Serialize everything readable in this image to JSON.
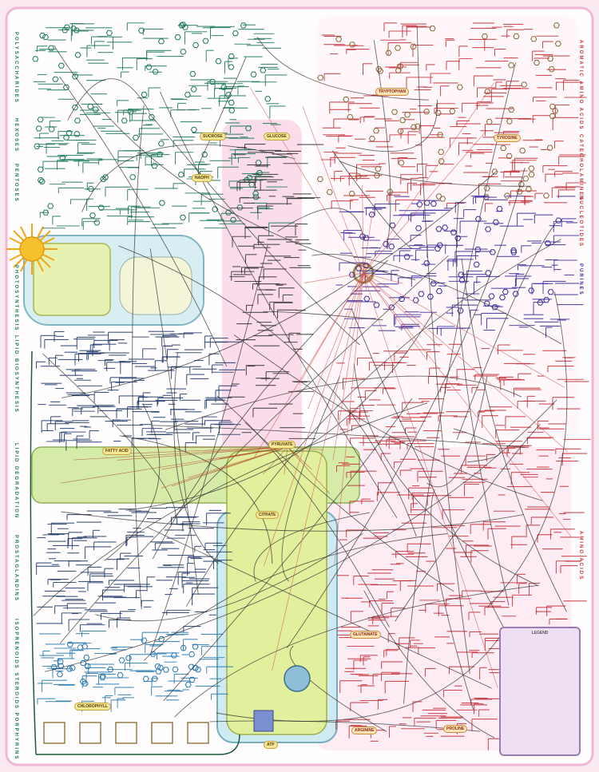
{
  "left_labels": [
    {
      "text": "POLYSACCHARIDES"
    },
    {
      "text": "HEXOSES"
    },
    {
      "text": "PENTOSES"
    },
    {
      "text": "PHOTOSYNTHESIS"
    },
    {
      "text": "LIPID BIOSYNTHESIS"
    },
    {
      "text": "LIPID DEGRADATION"
    },
    {
      "text": "PROSTAGLANDINS"
    },
    {
      "text": "ISOPRENOIDS STEROIDS PORPHYRINS"
    }
  ],
  "right_labels": [
    {
      "text": "AROMATIC AMINO ACIDS"
    },
    {
      "text": "CATECHOLAMINES"
    },
    {
      "text": "NUCLEOTIDES"
    },
    {
      "text": "PURINES"
    },
    {
      "text": "AMINO ACIDS"
    }
  ],
  "hubs": [
    {
      "text": "GLUCOSE"
    },
    {
      "text": "SUCROSE"
    },
    {
      "text": "NADPH"
    },
    {
      "text": "FATTY ACID"
    },
    {
      "text": "PYRUVATE"
    },
    {
      "text": "CITRATE"
    },
    {
      "text": "ATP"
    },
    {
      "text": "GLUTAMATE"
    },
    {
      "text": "TRYPTOPHAN"
    },
    {
      "text": "TYROSINE"
    },
    {
      "text": "ARGININE"
    },
    {
      "text": "CHLOROPHYLL"
    },
    {
      "text": "PROLINE"
    }
  ],
  "legend": {
    "title": "LEGEND"
  },
  "colors": {
    "carbohydrate": "#1e7a5a",
    "amino_acid": "#c4323a",
    "lipid": "#203a6b",
    "nucleotide": "#3b2e9e",
    "energy": "#2a2a2a",
    "sun": "#f6c12c"
  }
}
